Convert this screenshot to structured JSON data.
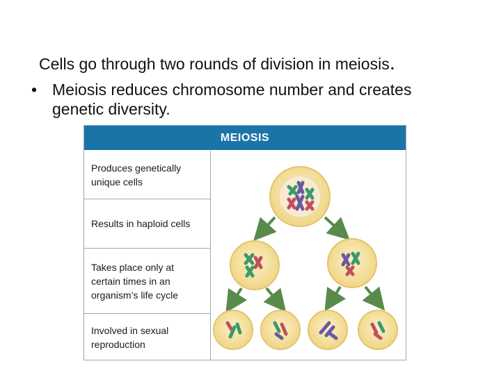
{
  "slide": {
    "line1": "Cells go through two rounds of division in meiosis",
    "line1_end": ".",
    "bullet_marker": "•",
    "bullet_text": "Meiosis reduces chromosome number and creates genetic diversity."
  },
  "table": {
    "header": "MEIOSIS",
    "rows": [
      "Produces genetically unique cells",
      "Results in haploid cells",
      "Takes place only at certain times in an organism’s life cycle",
      "Involved in sexual reproduction"
    ]
  },
  "colors": {
    "header_bg": "#1a74a8",
    "cell_fill": "#f6e3a8",
    "cell_outline": "#e0c06a",
    "nucleus_fill": "#f8ead0",
    "arrow": "#5a8a4a",
    "chromosome_green": "#3a9a6a",
    "chromosome_purple": "#6a5aa0",
    "chromosome_red": "#c05060"
  },
  "icons": {
    "parent_cell": "diploid-cell-icon",
    "daughter_cell": "haploid-cell-icon",
    "arrow": "division-arrow-icon"
  }
}
